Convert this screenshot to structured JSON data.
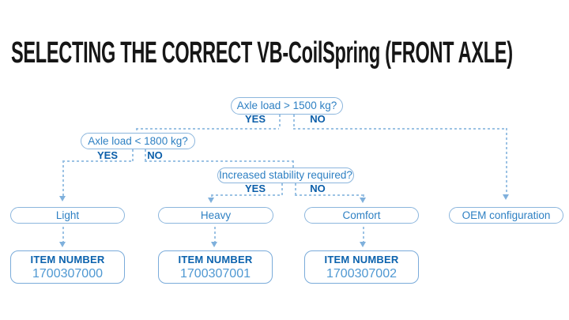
{
  "title": "SELECTING THE CORRECT VB-CoilSpring (FRONT AXLE)",
  "colors": {
    "title": "#161616",
    "node_border": "#8cb6dd",
    "node_text": "#2e80c3",
    "decision_label": "#0b5ea9",
    "item_heading": "#0b62ad",
    "item_value": "#4f98d2",
    "connector": "#9bc2e4",
    "connector_arrow": "#7fb0dc"
  },
  "flowchart": {
    "decisions": [
      {
        "question": "Axle load > 1500 kg?",
        "yes_label": "YES",
        "no_label": "NO"
      },
      {
        "question": "Axle load < 1800 kg?",
        "yes_label": "YES",
        "no_label": "NO"
      },
      {
        "question": "Increased stability required?",
        "yes_label": "YES",
        "no_label": "NO"
      }
    ],
    "outcomes": [
      {
        "label": "Light"
      },
      {
        "label": "Heavy"
      },
      {
        "label": "Comfort"
      },
      {
        "label": "OEM configuration"
      }
    ],
    "item_boxes": [
      {
        "heading": "ITEM NUMBER",
        "value": "1700307000"
      },
      {
        "heading": "ITEM NUMBER",
        "value": "1700307001"
      },
      {
        "heading": "ITEM NUMBER",
        "value": "1700307002"
      }
    ]
  }
}
